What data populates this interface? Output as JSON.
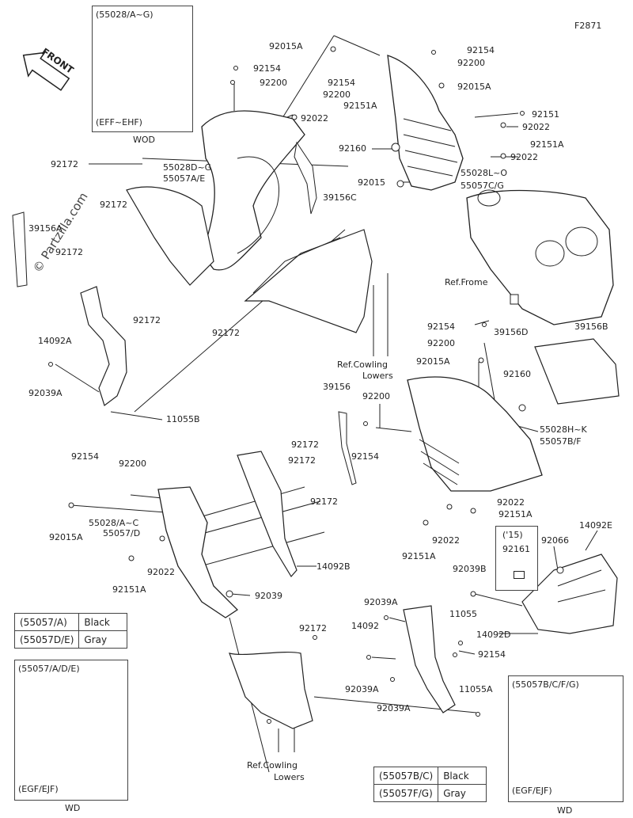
{
  "figure_code": "F2871",
  "front_label": "FRONT",
  "watermark": "© Partzilla.com",
  "insets": {
    "top_left": {
      "part": "(55028/A~G)",
      "variant": "(EFF~EHF)",
      "caption": "WOD"
    },
    "bottom_left": {
      "part": "(55057/A/D/E)",
      "variant": "(EGF/EJF)",
      "caption": "WD"
    },
    "bottom_right": {
      "part": "(55057B/C/F/G)",
      "variant": "(EGF/EJF)",
      "caption": "WD"
    },
    "note_15": {
      "title": "('15)",
      "part": "92161"
    }
  },
  "color_tables": {
    "left": [
      {
        "code": "(55057/A)",
        "color": "Black"
      },
      {
        "code": "(55057D/E)",
        "color": "Gray"
      }
    ],
    "right": [
      {
        "code": "(55057B/C)",
        "color": "Black"
      },
      {
        "code": "(55057F/G)",
        "color": "Gray"
      }
    ]
  },
  "labels": {
    "l92015A_top": "92015A",
    "l92154_a": "92154",
    "l92200_a": "92200",
    "l92154_b": "92154",
    "l92200_b": "92200",
    "l92154_c": "92154",
    "l92200_c": "92200",
    "l92015A_b": "92015A",
    "l92151A_a": "92151A",
    "l92022_a": "92022",
    "l92151_a": "92151",
    "l92022_b": "92022",
    "l92151A_b": "92151A",
    "l92022_c": "92022",
    "l92160_a": "92160",
    "l92015": "92015",
    "l55028LO": "55028L~O",
    "l55057CG": "55057C/G",
    "l55028DG": "55028D~G",
    "l55057AE": "55057A/E",
    "l39156C": "39156C",
    "l92172_a": "92172",
    "l92172_b": "92172",
    "l92172_c": "92172",
    "l92172_d": "92172",
    "l92172_e": "92172",
    "l39156A": "39156A",
    "refFrame": "Ref.Frome",
    "l14092A": "14092A",
    "l92039A_a": "92039A",
    "l11055B": "11055B",
    "refCowling1": "Ref.Cowling",
    "refCowling1b": "Lowers",
    "l92154_d": "92154",
    "l39156D": "39156D",
    "l39156B": "39156B",
    "l92200_d": "92200",
    "l92015A_c": "92015A",
    "l92160_b": "92160",
    "l39156": "39156",
    "l92200_e": "92200",
    "l92154_e": "92154",
    "l55028HK": "55028H~K",
    "l55057BF": "55057B/F",
    "l92154_f": "92154",
    "l92200_f": "92200",
    "l92172_f": "92172",
    "l92172_g": "92172",
    "l92172_h": "92172",
    "l92015A_d": "92015A",
    "l55028AC": "55028/A~C",
    "l55057D": "55057/D",
    "l92022_d": "92022",
    "l92151A_c": "92151A",
    "l14092B": "14092B",
    "l92039": "92039",
    "l92172_i": "92172",
    "l92022_e": "92022",
    "l92151A_d": "92151A",
    "l92022_f": "92022",
    "l92151A_e": "92151A",
    "l14092E": "14092E",
    "l92066": "92066",
    "l92039B": "92039B",
    "l92039A_b": "92039A",
    "l11055": "11055",
    "l14092": "14092",
    "l14092D": "14092D",
    "l92154_g": "92154",
    "l92039A_c": "92039A",
    "l92039A_d": "92039A",
    "l11055A": "11055A",
    "refCowling2": "Ref.Cowling",
    "refCowling2b": "Lowers"
  }
}
